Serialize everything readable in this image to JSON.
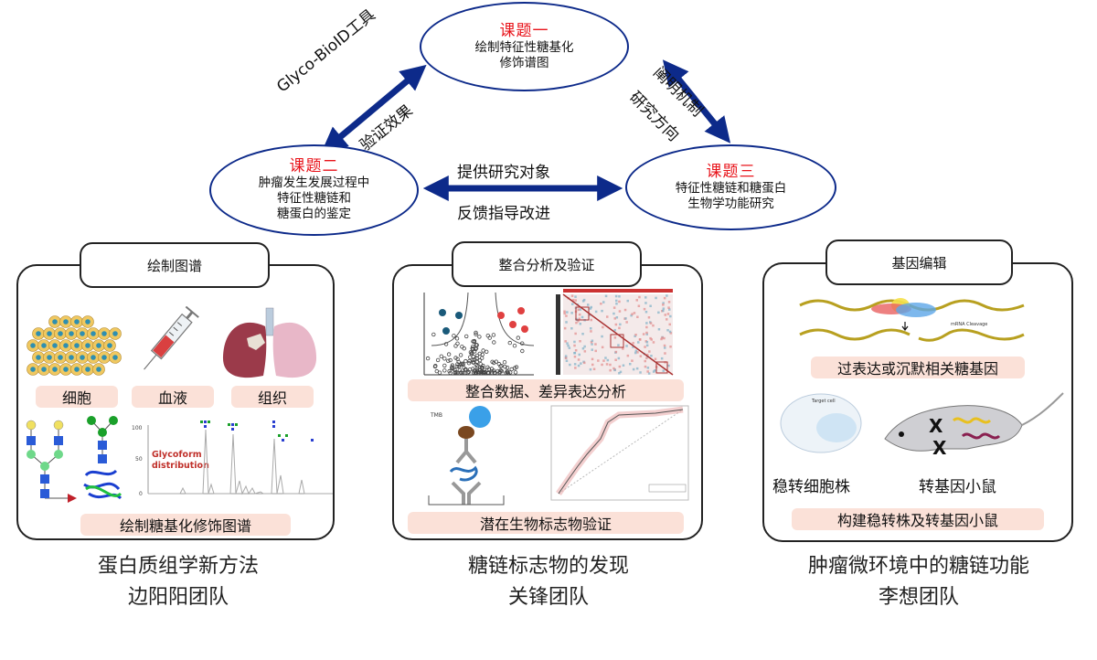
{
  "topics": {
    "topic1": {
      "title": "课题一",
      "lines": [
        "绘制特征性糖基化",
        "修饰谱图"
      ]
    },
    "topic2": {
      "title": "课题二",
      "lines": [
        "肿瘤发生发展过程中",
        "特征性糖链和",
        "糖蛋白的鉴定"
      ]
    },
    "topic3": {
      "title": "课题三",
      "lines": [
        "特征性糖链和糖蛋白",
        "生物学功能研究"
      ]
    }
  },
  "arrows": {
    "left_upper": "Glyco-BioID工具",
    "left_lower": "验证效果",
    "right_upper": "阐明机制",
    "right_lower": "研究方向",
    "middle_top": "提供研究对象",
    "middle_bottom": "反馈指导改进"
  },
  "panels": {
    "left": {
      "tab": "绘制图谱",
      "sample_labels": [
        "细胞",
        "血液",
        "组织"
      ],
      "chart_label": [
        "Glycoform",
        "distribution"
      ],
      "chart_ticks": [
        "100",
        "50",
        "0"
      ],
      "footer": "绘制糖基化修饰图谱"
    },
    "middle": {
      "tab": "整合分析及验证",
      "pill1": "整合数据、差异表达分析",
      "elisa_label": "TMB",
      "footer": "潜在生物标志物验证"
    },
    "right": {
      "tab": "基因编辑",
      "cleavage_label": "mRNA Cleavage",
      "pill1": "过表达或沉默相关糖基因",
      "target_cell": "Target cell",
      "label_cells": "稳转细胞株",
      "label_mouse": "转基因小鼠",
      "footer": "构建稳转株及转基因小鼠"
    }
  },
  "captions": {
    "left": [
      "蛋白质组学新方法",
      "边阳阳团队"
    ],
    "middle": [
      "糖链标志物的发现",
      "关锋团队"
    ],
    "right": [
      "肿瘤微环境中的糖链功能",
      "李想团队"
    ]
  },
  "colors": {
    "ellipse_border": "#0d2a8a",
    "arrow": "#0d2a8a",
    "topic_title": "#e8141b",
    "pill_bg": "#fbe1d8"
  }
}
